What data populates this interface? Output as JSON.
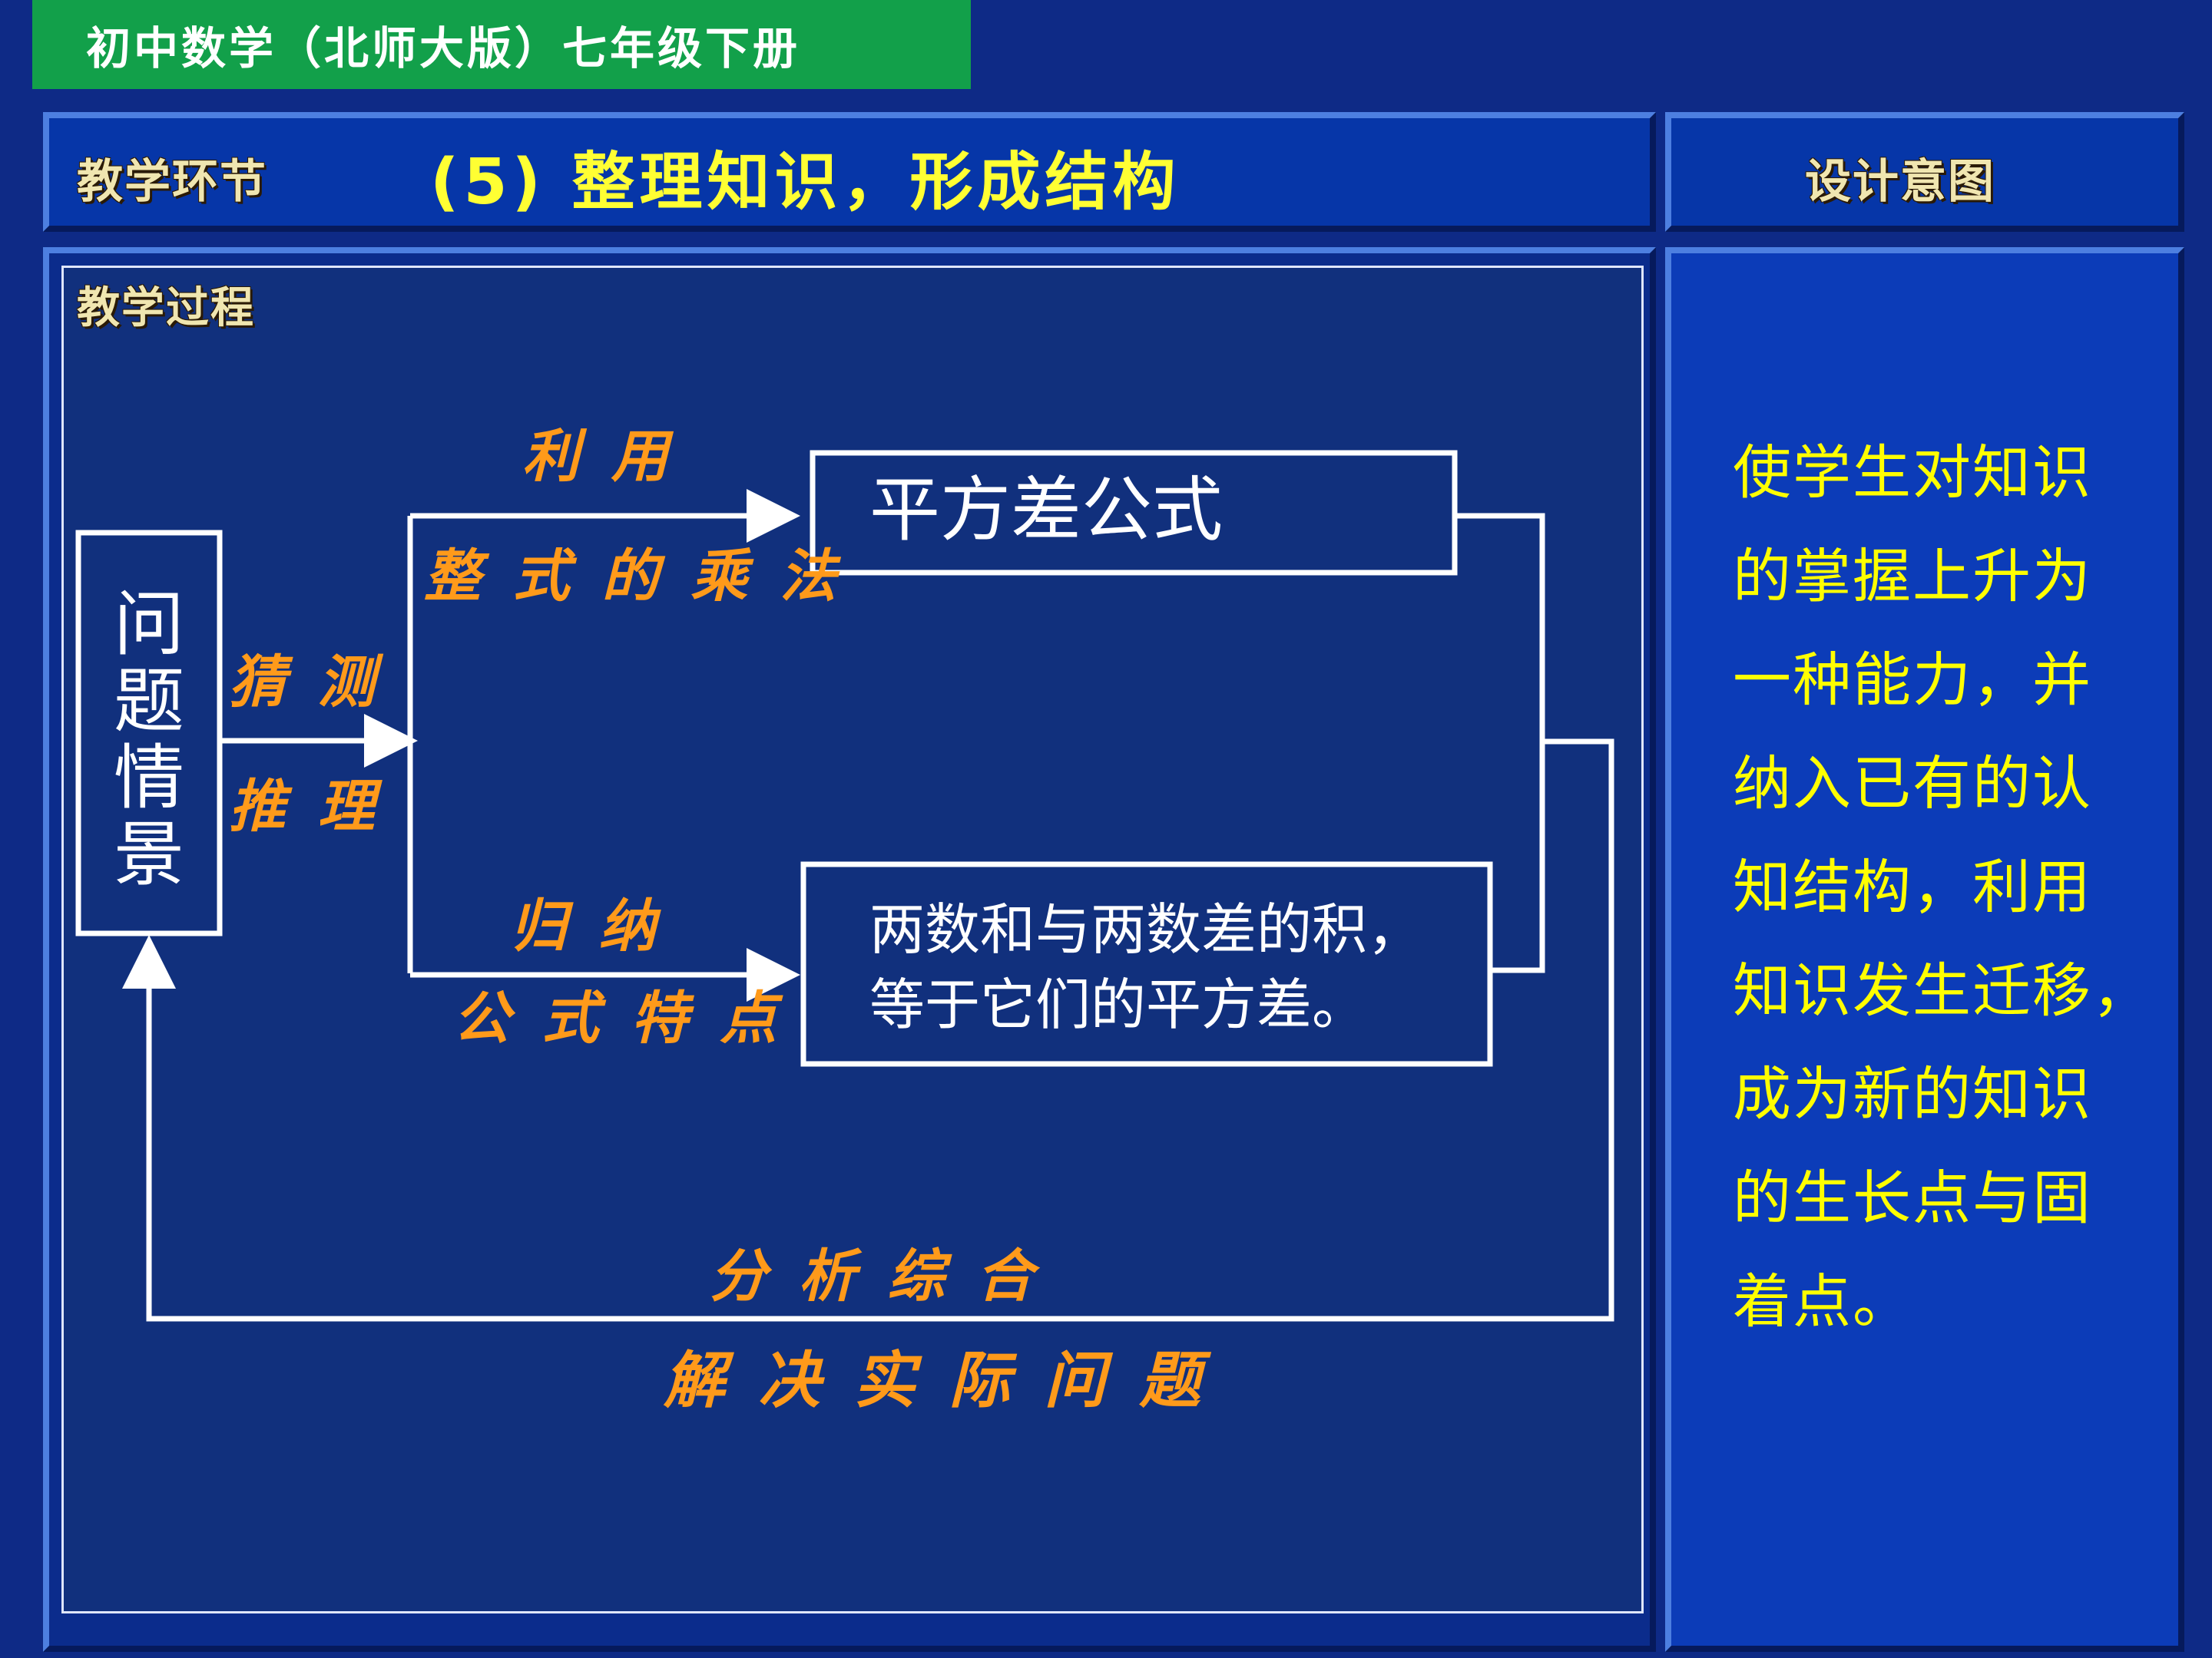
{
  "top_tab": "初中数学（北师大版）七年级下册",
  "header": {
    "section_label": "教学环节",
    "title": "(5) 整理知识，形成结构",
    "design_label": "设计意图"
  },
  "process_label": "教学过程",
  "diagram": {
    "problem_box": [
      "问",
      "题",
      "情",
      "景"
    ],
    "guess": "猜 测",
    "reason": "推 理",
    "use": "利 用",
    "multiply": "整 式 的 乘 法",
    "formula_box": "平方差公式",
    "induce": "归 纳",
    "features": "公 式 特 点",
    "statement_lines": [
      "两数和与两数差的积，",
      "等于它们的平方差。"
    ],
    "analyze": "分 析   综 合",
    "solve": "解 决 实 际 问 题"
  },
  "design_intent": [
    "使学生对知识",
    "的掌握上升为",
    "一种能力，并",
    "纳入已有的认",
    "知结构，利用",
    "知识发生迁移，",
    "成为新的知识",
    "的生长点与固",
    "着点。"
  ]
}
